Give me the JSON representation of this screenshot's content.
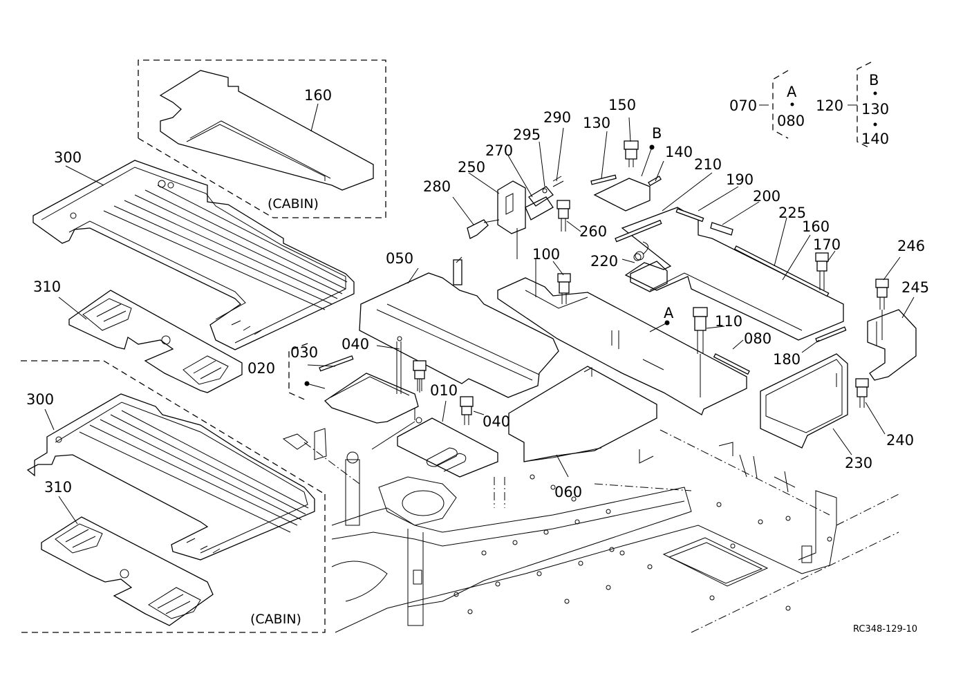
{
  "diagram": {
    "reference_code": "RC348-129-10",
    "cabin_labels": [
      "(CABIN)",
      "(CABIN)"
    ],
    "marker_letters": {
      "a": "A",
      "b": "B"
    },
    "group_legend": [
      {
        "parent": "070",
        "marker": "A",
        "children": [
          "080"
        ]
      },
      {
        "parent": "120",
        "marker": "B",
        "children": [
          "130",
          "140"
        ]
      }
    ],
    "callouts": [
      "010",
      "020",
      "030",
      "040",
      "050",
      "060",
      "080",
      "100",
      "110",
      "130",
      "140",
      "150",
      "160",
      "170",
      "180",
      "190",
      "200",
      "210",
      "220",
      "225",
      "230",
      "240",
      "245",
      "246",
      "250",
      "260",
      "270",
      "280",
      "290",
      "295",
      "300",
      "310"
    ]
  }
}
